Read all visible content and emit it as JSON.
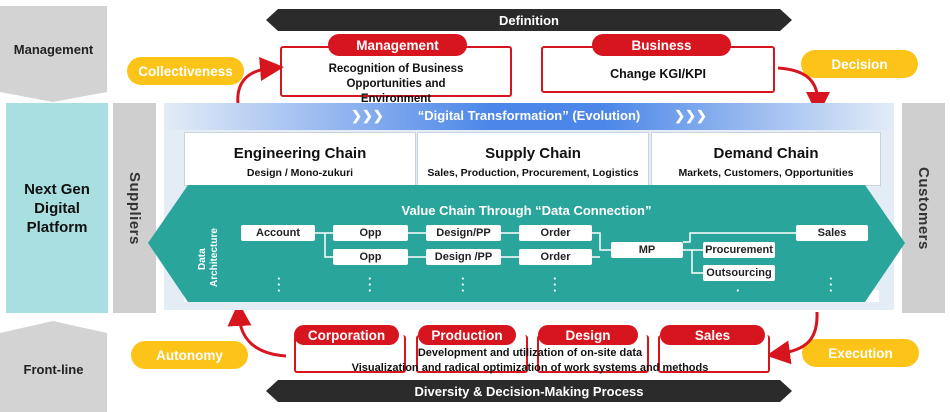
{
  "top_banner": "Definition",
  "bottom_banner": "Diversity & Decision-Making Process",
  "left": {
    "management": "Management",
    "platform": "Next Gen Digital Platform",
    "frontline": "Front-line"
  },
  "suppliers": "Suppliers",
  "customers": "Customers",
  "top_boxes": {
    "management": {
      "tag": "Management",
      "text": "Recognition of Business Opportunities and Environment"
    },
    "business": {
      "tag": "Business",
      "text": "Change KGI/KPI"
    }
  },
  "pills": {
    "collectiveness": "Collectiveness",
    "decision": "Decision",
    "autonomy": "Autonomy",
    "execution": "Execution"
  },
  "dx_title": "“Digital Transformation” (Evolution)",
  "chains": [
    {
      "title": "Engineering Chain",
      "sub": "Design / Mono-zukuri"
    },
    {
      "title": "Supply Chain",
      "sub": "Sales, Production, Procurement, Logistics"
    },
    {
      "title": "Demand Chain",
      "sub": "Markets, Customers, Opportunities"
    }
  ],
  "value_chain_title": "Value Chain Through “Data Connection”",
  "data_architecture": "Data Architecture",
  "nodes": {
    "account": "Account",
    "opp1": "Opp",
    "opp2": "Opp",
    "design1": "Design/PP",
    "design2": "Design /PP",
    "order1": "Order",
    "order2": "Order",
    "mp": "MP",
    "procurement": "Procurement",
    "outsourcing": "Outsourcing",
    "sales": "Sales"
  },
  "bottom_tags": [
    "Corporation",
    "Production",
    "Design",
    "Sales"
  ],
  "bottom_text": [
    "Development and utilization of on-site data",
    "Visualization and radical optimization of work systems and methods"
  ],
  "colors": {
    "red": "#d7151f",
    "yellow": "#fcc419",
    "teal": "#2aa59c",
    "grey": "#d3d3d3",
    "dark": "#2b2b2b"
  }
}
